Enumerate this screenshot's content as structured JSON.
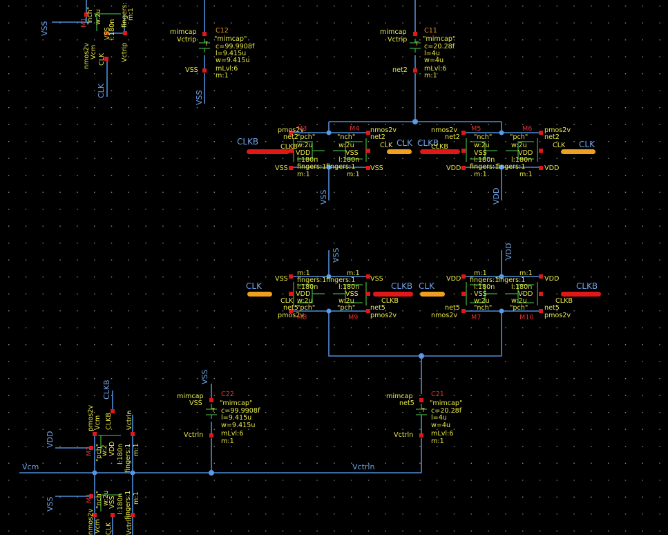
{
  "nets": {
    "vss": "VSS",
    "vdd": "VDD",
    "clk": "CLK",
    "clkb": "CLKB",
    "vcm": "Vcm",
    "vctrip": "Vctrip",
    "vctrln": "Vctrln",
    "net2": "net2",
    "net5": "net5"
  },
  "caps": {
    "c12": {
      "cell": "mimcap",
      "inst": "C12",
      "model": "\"mimcap\"",
      "c": "c=99.9908f",
      "l": "l=9.415u",
      "w": "w=9.415u",
      "mlvl": "mLvl:6",
      "m": "m:1"
    },
    "c11": {
      "cell": "mimcap",
      "inst": "C11",
      "model": "\"mimcap\"",
      "c": "c=20.28f",
      "l": "l=4u",
      "w": "w=4u",
      "mlvl": "mLvl:6",
      "m": "m:1"
    },
    "c22": {
      "cell": "mimcap",
      "inst": "C22",
      "model": "\"mimcap\"",
      "c": "c=99.9908f",
      "l": "l=9.415u",
      "w": "w=9.415u",
      "mlvl": "mLvl:6",
      "m": "m:1"
    },
    "c21": {
      "cell": "mimcap",
      "inst": "C21",
      "model": "\"mimcap\"",
      "c": "c=20.28f",
      "l": "l=4u",
      "w": "w=4u",
      "mlvl": "mLvl:6",
      "m": "m:1"
    }
  },
  "mos": {
    "pmos": "pmos2v",
    "nmos": "nmos2v",
    "pch": "\"pch\"",
    "nch": "\"nch\"",
    "w2u": "w:2u",
    "l180": "l:180n",
    "fingers": "fingers:1",
    "fingers_cut": "fingers:",
    "m1": "m:1",
    "w_cut": "w:2",
    "vss_rot": "VSS",
    "m3": "M3",
    "m4": "M4",
    "m5": "M5",
    "m6": "M6",
    "m7": "M7",
    "m8": "M8",
    "m9": "M9",
    "m10": "M10",
    "m_top": "M1",
    "m_mid": "M2",
    "m_bot": "M1"
  }
}
